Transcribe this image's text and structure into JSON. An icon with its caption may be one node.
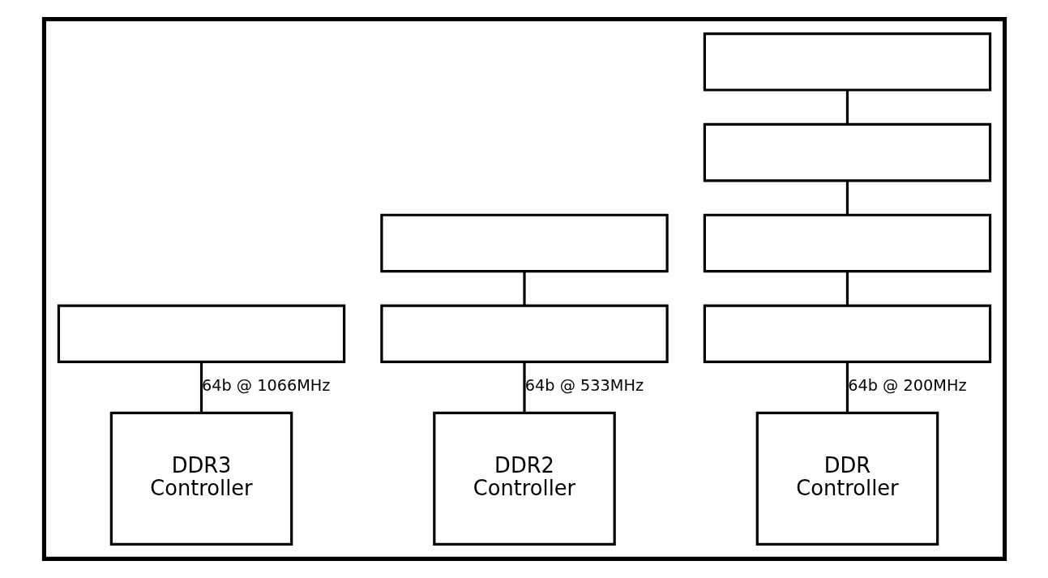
{
  "diagram": {
    "nodes": [
      {
        "text": [],
        "shape": "box"
      },
      {
        "text": [],
        "shape": "box",
        "in": 0
      },
      {
        "text": [],
        "shape": "box",
        "in": 0
      },
      {
        "text": [],
        "shape": "box",
        "in": 0
      },
      {
        "text": [],
        "shape": "box",
        "in": 0
      },
      {
        "text": [],
        "shape": "box",
        "in": 0
      },
      {
        "text": [],
        "shape": "box",
        "in": 0
      },
      {
        "text": [],
        "shape": "box",
        "in": 0
      },
      {
        "text": [
          "DDR Controller"
        ],
        "in": 0
      },
      {
        "text": [
          "DDR2 Controller"
        ],
        "in": 0
      },
      {
        "text": [
          "DDR3 Controller"
        ],
        "in": 0
      }
    ],
    "edges": [
      {
        "from": 1,
        "to": 2,
        "arrow": "none"
      },
      {
        "from": 2,
        "to": 3,
        "arrow": "none"
      },
      {
        "from": 3,
        "to": 5,
        "arrow": "none"
      },
      {
        "from": 4,
        "to": 6,
        "arrow": "none"
      },
      {
        "from": 5,
        "to": 8,
        "arrow": "none",
        "label": "64b @ 200MHz"
      },
      {
        "from": 6,
        "to": 9,
        "arrow": "none",
        "label": "64b @ 533MHz"
      },
      {
        "from": 7,
        "to": 10,
        "arrow": "none",
        "label": "64b @ 1066MHz"
      }
    ]
  }
}
